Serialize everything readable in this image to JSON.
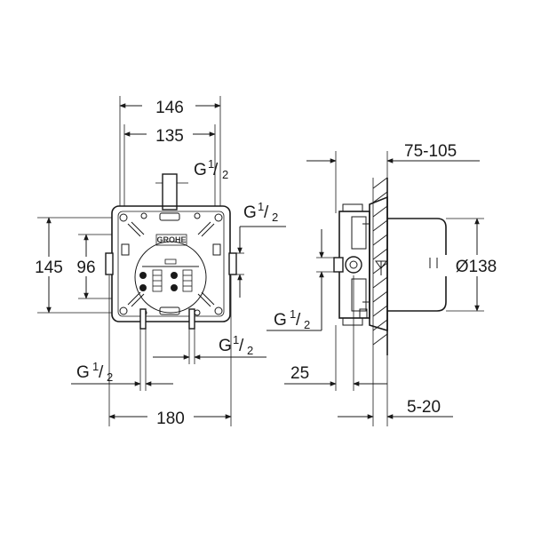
{
  "front_view": {
    "dim_width_outer": "146",
    "dim_width_inner": "135",
    "dim_height_outer": "145",
    "dim_height_inner": "96",
    "dim_bottom_width": "180",
    "brand_logo": "GROHE",
    "thread_top": "G",
    "thread_right": "G",
    "thread_bottom_left": "G",
    "thread_bottom_right": "G",
    "thread_fraction_num": "1",
    "thread_fraction_den": "2"
  },
  "side_view": {
    "dim_depth_range": "75-105",
    "dim_diameter": "Ø138",
    "dim_25": "25",
    "dim_wall_range": "5-20",
    "thread_side": "G",
    "thread_fraction_num": "1",
    "thread_fraction_den": "2"
  }
}
